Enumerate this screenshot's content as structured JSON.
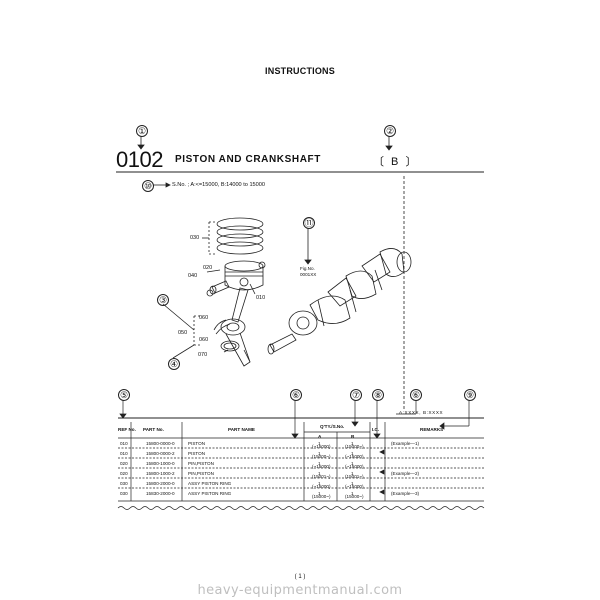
{
  "page": {
    "title": "INSTRUCTIONS",
    "page_number": "( 1 )",
    "watermark": "heavy-equipmentmanual.com"
  },
  "callouts": [
    "①",
    "②",
    "③",
    "④",
    "⑤",
    "⑥",
    "⑦",
    "⑧",
    "⑨",
    "⑩",
    "⑪"
  ],
  "section": {
    "code": "0102",
    "name": "PISTON AND CRANKSHAFT",
    "group": "〔 B 〕"
  },
  "serial_note": "S.No. ; A:<=15000, B:14000 to 15000",
  "diagram_labels": {
    "l030": "030",
    "l020": "020",
    "l040": "040",
    "l010": "010",
    "l060": "060",
    "l050": "050",
    "l060b": "060",
    "l070": "070",
    "fig_no": "Fig.No.",
    "fig_code": "0001XX"
  },
  "remarks_key": "A:XXXX, B:XXXX",
  "table": {
    "headers": {
      "ref": "REF No.",
      "part": "PART No.",
      "name": "PART NAME",
      "qty": "Q'TY./S.No.",
      "a": "A",
      "b": "B",
      "ic": "I.C.",
      "remarks": "REMARKS"
    },
    "rows": [
      {
        "ref": "010",
        "part": "15800-0000-0",
        "name": "PISTON",
        "a": "1",
        "b": "1",
        "remark": "(Example—1)"
      },
      {
        "ref": "010",
        "part": "15800-0000-2",
        "name": "PISTON",
        "a": "1",
        "b": "1",
        "remark": ""
      },
      {
        "ref": "020",
        "part": "15800-1000-0",
        "name": "PIN,PISTON",
        "a": "1",
        "b": "1",
        "remark": ""
      },
      {
        "ref": "020",
        "part": "15800-1000-2",
        "name": "PIN,PISTON",
        "a": "1",
        "b": "1",
        "remark": "(Example—2)"
      },
      {
        "ref": "030",
        "part": "15800-2000-0",
        "name": "ASSY PISTON RING",
        "a": "1",
        "b": "1",
        "remark": ""
      },
      {
        "ref": "030",
        "part": "15830-2000-0",
        "name": "ASSY PISTON RING",
        "a": "1",
        "b": "1",
        "remark": "(Example—3)"
      }
    ],
    "ranges": {
      "r1": "(~15000)",
      "r2": "(15000~)",
      "r3": "(~15000)",
      "r4": "(15001~)"
    }
  }
}
